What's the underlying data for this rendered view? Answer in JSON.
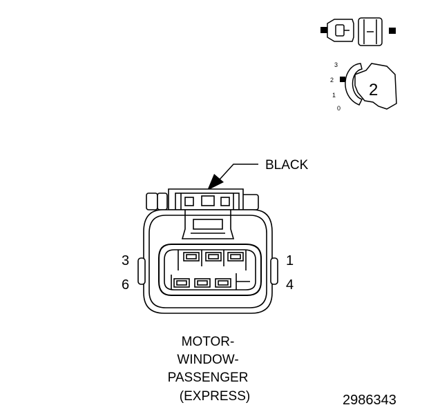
{
  "connector": {
    "color_label": "BLACK",
    "name_lines": [
      "MOTOR-",
      "WINDOW-",
      "PASSENGER",
      "(EXPRESS)"
    ],
    "pins": {
      "top_left": "3",
      "top_right": "1",
      "bottom_left": "6",
      "bottom_right": "4"
    }
  },
  "orientation_icon": {
    "ticks": [
      "3",
      "2",
      "1",
      "0"
    ],
    "cavity_number": "2"
  },
  "figure_id": "2986343",
  "colors": {
    "ink": "#000000",
    "paper": "#ffffff"
  }
}
